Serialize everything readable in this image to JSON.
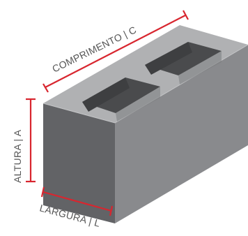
{
  "labels": {
    "length": "COMPRIMENTO | C",
    "height": "ALTURA | A",
    "width": "LARGURA | L"
  },
  "colors": {
    "dimension_line": "#d8262f",
    "label_text": "#555555",
    "top_face": "#b0b1b3",
    "front_face": "#626366",
    "side_face": "#898a8d",
    "cavity_dark": "#4a4b4d",
    "cavity_wall": "#7a7b7e",
    "background": "#ffffff"
  },
  "icons": {
    "block": "concrete-block-icon"
  }
}
